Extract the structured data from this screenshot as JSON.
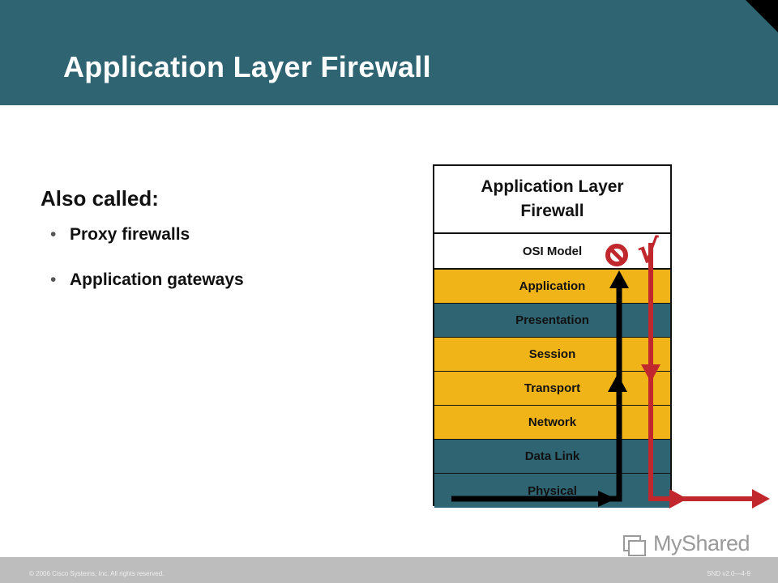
{
  "slide": {
    "title": "Application Layer Firewall",
    "also_called": "Also called:",
    "bullets": [
      "Proxy firewalls",
      "Application gateways"
    ]
  },
  "diagram": {
    "box_title": "Application Layer Firewall",
    "osi_label": "OSI Model",
    "layers": [
      "Application",
      "Presentation",
      "Session",
      "Transport",
      "Network",
      "Data Link",
      "Physical"
    ],
    "check_mark": "√",
    "colors": {
      "yellow": "#f0b419",
      "teal": "#2f6472",
      "red": "#c0282e",
      "black": "#000000"
    }
  },
  "footer": {
    "copyright": "© 2006 Cisco Systems, Inc. All rights reserved.",
    "code": "SND v2.0—4-9",
    "logo_text": "MyShared"
  }
}
